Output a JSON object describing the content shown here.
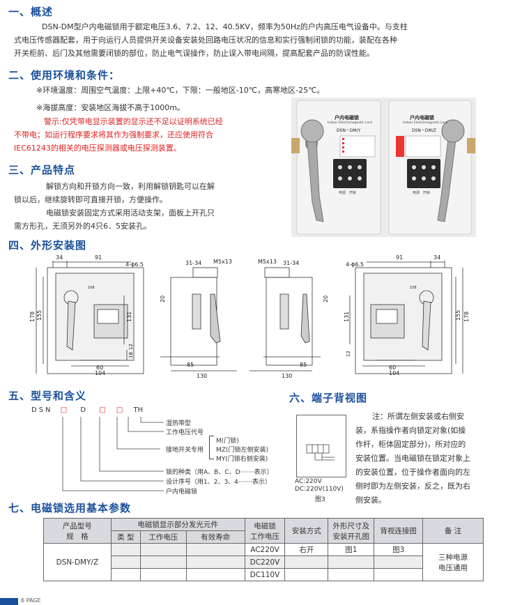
{
  "sec1": {
    "title": "一、概述",
    "lines": [
      "DSN-DM型户内电磁锁用于额定电压3.6、7.2、12、40.5KV，频率为50Hz的户内高压电气设备中。与支柱",
      "式电压传感器配套，用于向运行人员提供开关设备安装处回路电压状况的信息和实行强制闭锁的功能，装配在各种",
      "开关柜前、后门及其他需要闭锁的部位，防止电气误操作，防止误入带电间隔，提高配套产品的防误性能。"
    ]
  },
  "sec2": {
    "title": "二、使用环境和条件：",
    "env1": "※环境温度：周围空气温度：上限+40℃，下限：一般地区-10℃，高寒地区-25℃。",
    "env2": "※海拔高度：安装地区海拔不高于1000m。",
    "warn": [
      "警示:仅凭带电显示装置的显示还不足以证明系统已经",
      "不带电；如运行程序要求将其作为强制要求，还应使用符合",
      "IEC61243的相关的电压探测器或电压探测装置。"
    ]
  },
  "sec3": {
    "title": "三、产品特点",
    "lines": [
      "解锁方向和开锁方向一致，利用解锁钥匙可以在解",
      "锁以后，继续旋转即可直接开锁，方便操作。",
      "电磁锁安装固定方式采用活动支架，面板上开孔只",
      "需方形孔，无须另外的4只6．5安装孔。"
    ]
  },
  "photo": {
    "label": "户内电磁锁",
    "sub": "Indoor Electromagnetic Lock",
    "model_left": "DSN－DM/Y",
    "model_right": "DSN－DM/Z",
    "lamp_a": "电源",
    "lamp_b": "开锁"
  },
  "sec4": {
    "title": "四、外形安装图"
  },
  "drawing": {
    "d34": "34",
    "d91": "91",
    "hole": "4-ϕ6.5",
    "d108": "108",
    "d178": "178",
    "d155": "155",
    "d131": "131",
    "d12": "12",
    "d18": "18",
    "d60": "60",
    "d104": "104",
    "d3134": "31-34",
    "m5": "M5x13",
    "d20": "20",
    "d85": "85",
    "d130": "130"
  },
  "sec5": {
    "title": "五、型号和含义",
    "code": [
      "DSN",
      "□",
      "D",
      "□",
      "□",
      "TH"
    ],
    "labels": [
      "湿热带型",
      "工作电压代号",
      "接地开关专用",
      "锁的种类（用A、B、C、D·······表示）",
      "设计序号（用1、2、3、4·······表示）",
      "户内电磁锁"
    ],
    "sub": [
      "M(门锁)",
      "MZ(门锁左侧安装)",
      "MY(门锁右侧安装)"
    ]
  },
  "sec6": {
    "title": "六、端子背视图",
    "ac": "AC:220V",
    "dc": "DC:220V(110V)",
    "fig": "图3",
    "note": [
      "注：所谓左侧安装或右侧安",
      "装，系指操作者向锁定对象(如操",
      "作杆，柜体固定部分)，所对应的",
      "安装位置。当电磁锁在锁定对象上",
      "的安装位置，位于操作者面向的左",
      "侧时即为左侧安装，反之，既为右",
      "侧安装。"
    ]
  },
  "sec7": {
    "title": "七、电磁锁选用基本参数",
    "h_model": [
      "产品型号",
      "规　格"
    ],
    "h_display": "电磁锁显示部分发光元件",
    "h_type": "类 型",
    "h_wv": "工作电压",
    "h_life": "有效寿命",
    "h_lockv": [
      "电磁锁",
      "工作电压"
    ],
    "h_mount": "安装方式",
    "h_dims": [
      "外形尺寸及",
      "安装开孔图"
    ],
    "h_back": "背视连接图",
    "h_note": "备 注",
    "model": "DSN-DMY/Z",
    "volts": [
      "AC220V",
      "DC220V",
      "DC110V"
    ],
    "mount": "右开",
    "dims_fig": "图1",
    "back_fig": "图3",
    "remark": [
      "三种电源",
      "电压通用"
    ]
  },
  "footer": {
    "page": "6 PAGE"
  }
}
